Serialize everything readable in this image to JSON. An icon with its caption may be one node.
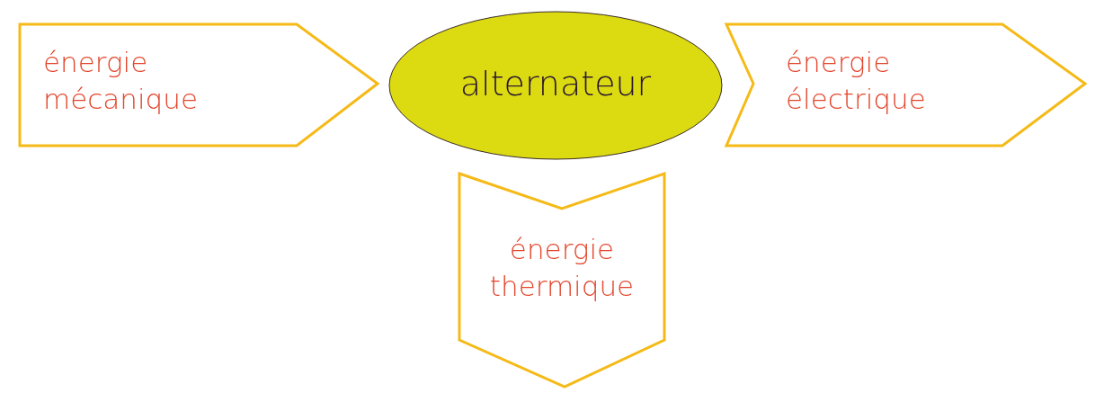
{
  "diagram": {
    "nodes": [
      {
        "text": [
          "énergie mécanique"
        ]
      },
      {
        "text": [
          "alternateur"
        ]
      },
      {
        "text": [
          "énergie électrique"
        ]
      },
      {
        "text": [
          "énergie thermique"
        ]
      }
    ]
  }
}
